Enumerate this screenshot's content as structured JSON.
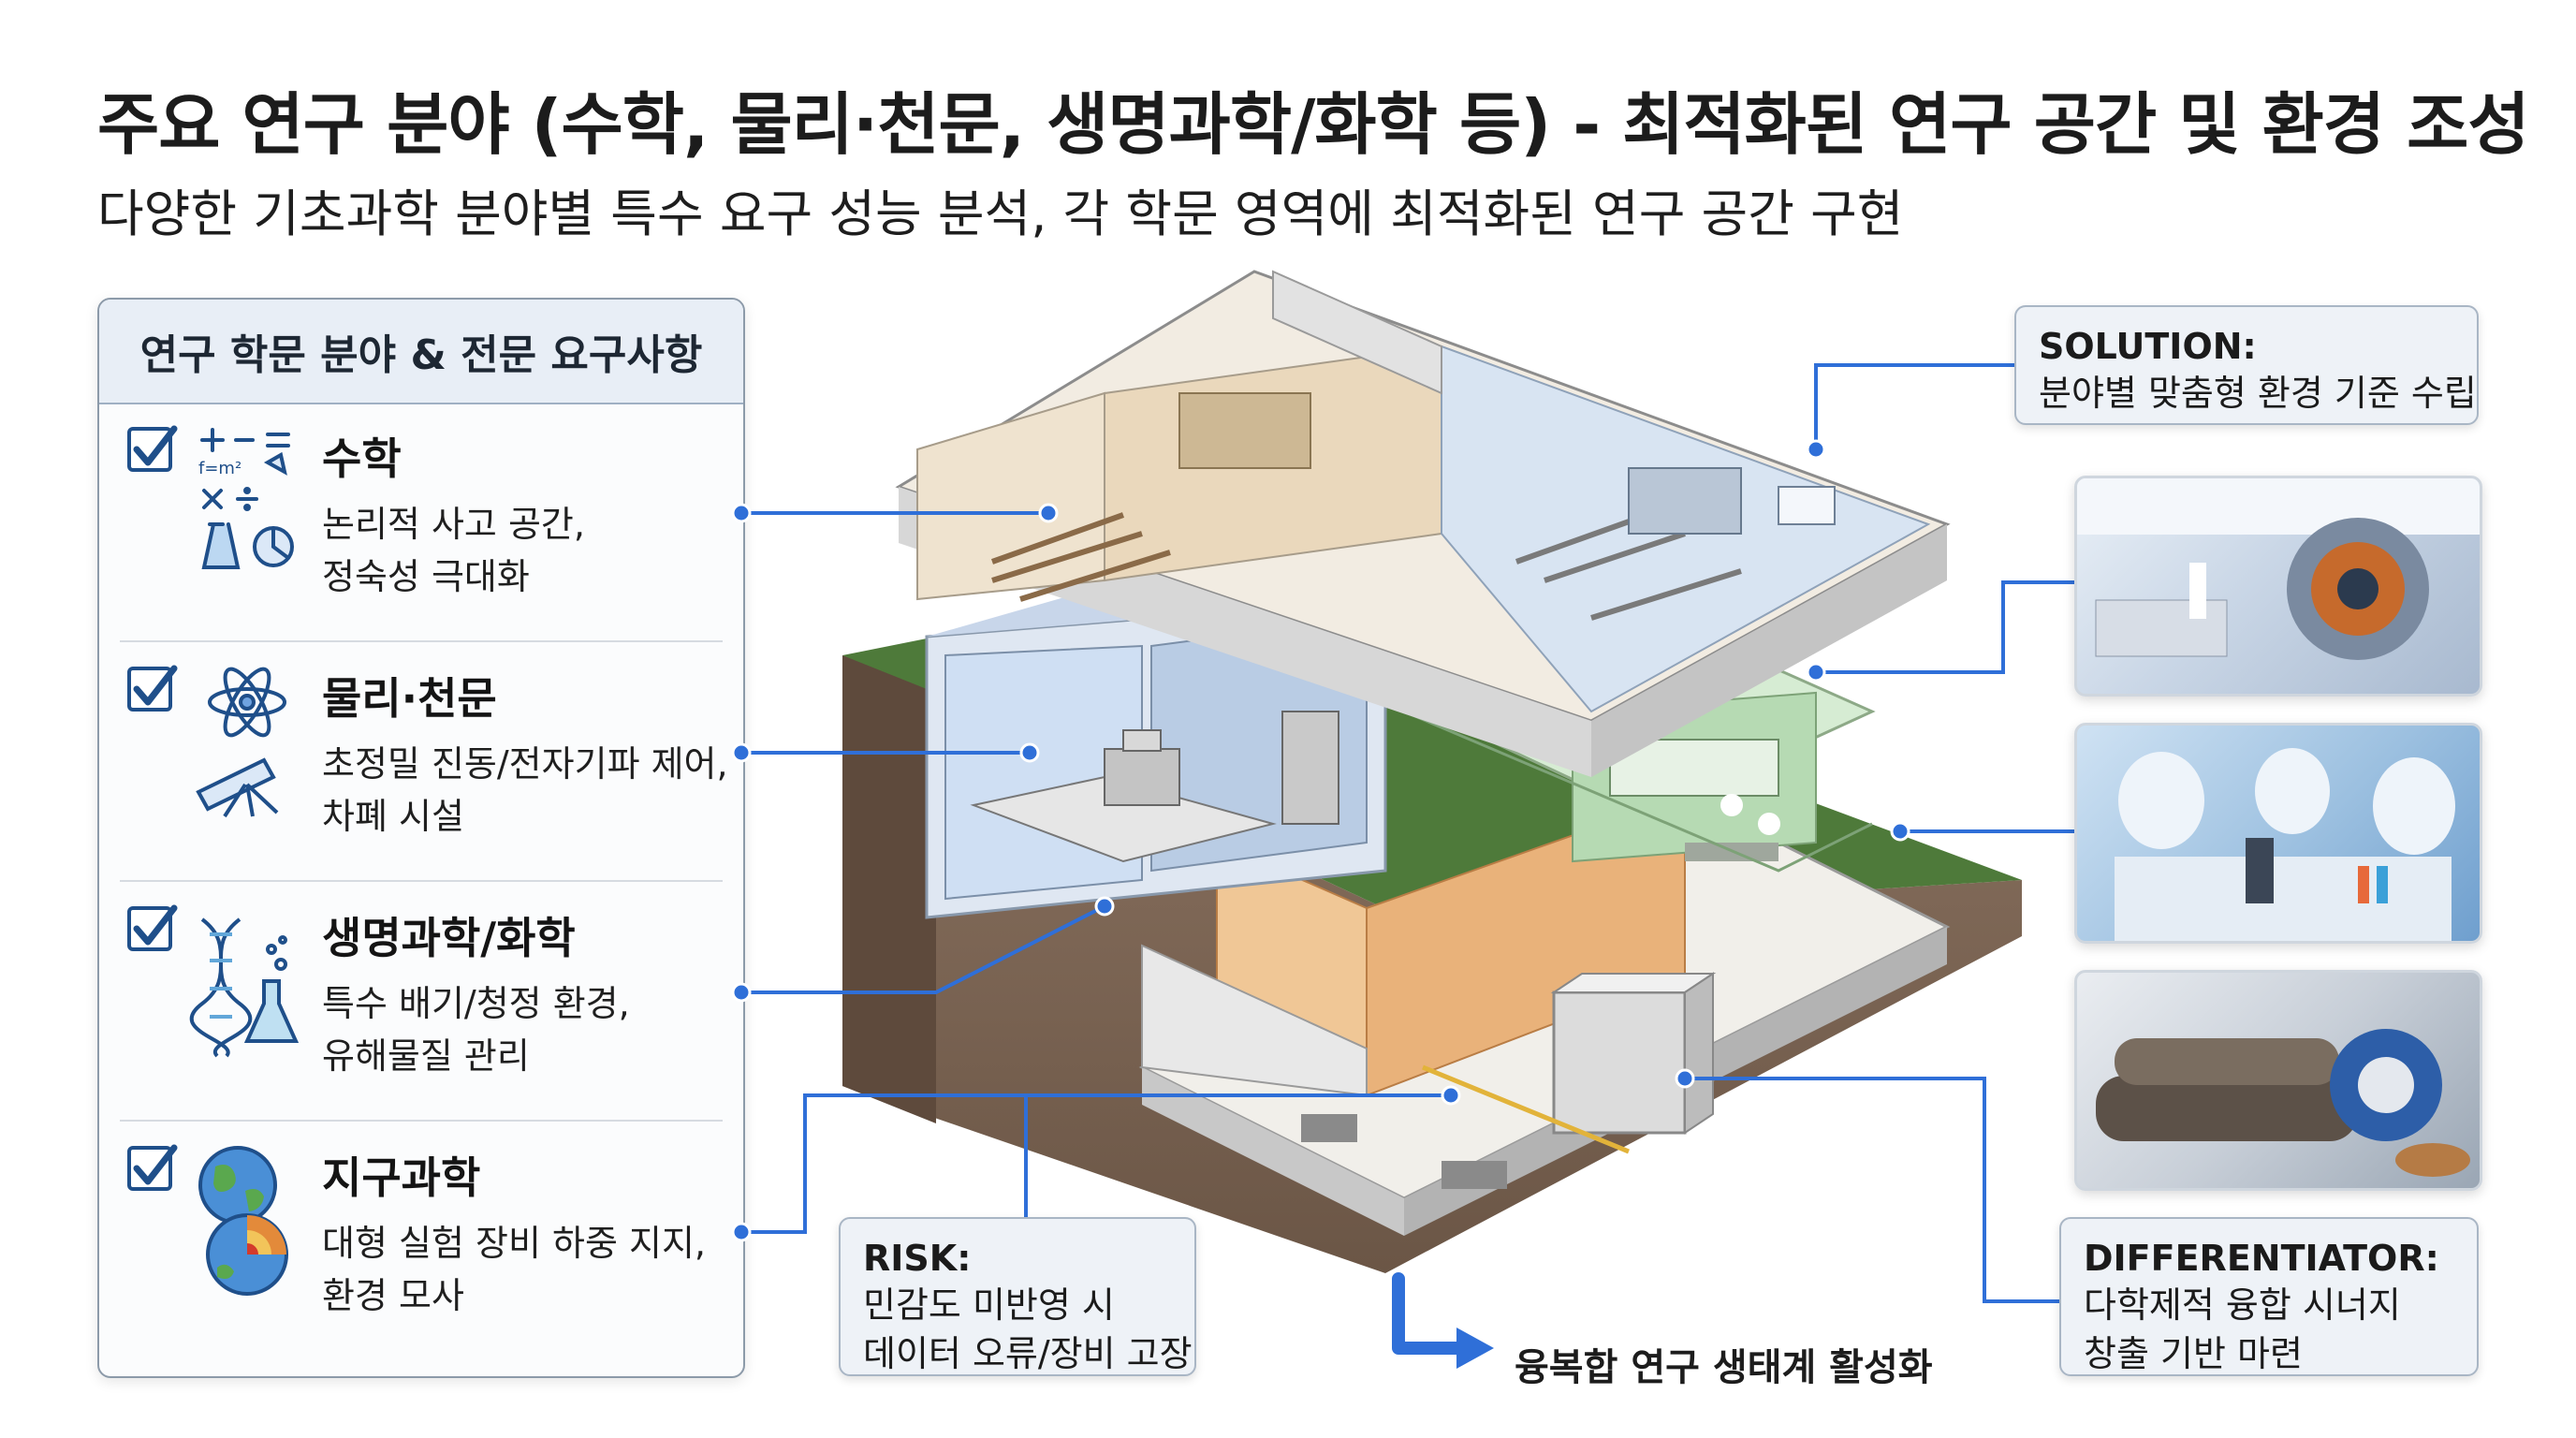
{
  "header": {
    "title": "주요 연구 분야 (수학, 물리·천문, 생명과학/화학 등) - 최적화된 연구 공간 및 환경 조성",
    "subtitle": "다양한 기초과학 분야별 특수 요구 성능 분석, 각 학문 영역에 최적화된 연구 공간 구현"
  },
  "panel": {
    "title": "연구 학문 분야 & 전문 요구사항",
    "fields": [
      {
        "name": "수학",
        "desc1": "논리적 사고 공간,",
        "desc2": "정숙성 극대화",
        "icon": "math-symbols-icon",
        "formula": "f=m²"
      },
      {
        "name": "물리·천문",
        "desc1": "초정밀 진동/전자기파 제어,",
        "desc2": "차폐 시설",
        "icon": "atom-telescope-icon"
      },
      {
        "name": "생명과학/화학",
        "desc1": "특수 배기/청정 환경,",
        "desc2": "유해물질 관리",
        "icon": "dna-flask-icon"
      },
      {
        "name": "지구과학",
        "desc1": "대형 실험 장비 하중 지지,",
        "desc2": "환경 모사",
        "icon": "globe-earth-layers-icon"
      }
    ]
  },
  "callouts": {
    "solution": {
      "head": "SOLUTION:",
      "body": "분야별 맞춤형 환경 기준 수립"
    },
    "risk": {
      "head": "RISK:",
      "line1": "민감도 미반영 시",
      "line2": "데이터 오류/장비 고장"
    },
    "differentiator": {
      "head": "DIFFERENTIATOR:",
      "line1": "다학제적 융합 시너지",
      "line2": "창출 기반 마련"
    }
  },
  "bottom_label": "융복합 연구 생태계 활성화",
  "photos": [
    "physics-cleanroom-photo",
    "biology-lab-photo",
    "earth-science-core-photo"
  ],
  "colors": {
    "accent": "#2f6fd8",
    "navy": "#1f4f8a",
    "math_zone": "#e9dcc5",
    "physics_zone": "#cfdcef",
    "bio_zone": "#cfe6cf",
    "earth_zone": "#ecc79a"
  }
}
